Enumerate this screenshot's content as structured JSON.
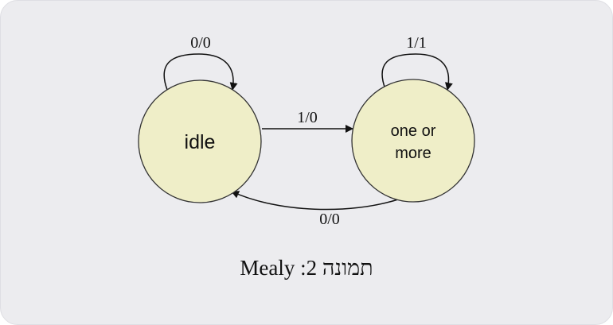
{
  "diagram": {
    "states": [
      {
        "id": "idle",
        "lines": [
          "idle"
        ]
      },
      {
        "id": "one_or_more",
        "lines": [
          "one or",
          "more"
        ]
      }
    ],
    "transitions": [
      {
        "from": "idle",
        "to": "idle",
        "label": "0/0"
      },
      {
        "from": "one_or_more",
        "to": "one_or_more",
        "label": "1/1"
      },
      {
        "from": "idle",
        "to": "one_or_more",
        "label": "1/0"
      },
      {
        "from": "one_or_more",
        "to": "idle",
        "label": "0/0"
      }
    ],
    "colors": {
      "state_fill": "#efeec8",
      "state_stroke": "#333333",
      "edge": "#111111",
      "background": "#ececef"
    }
  },
  "caption": {
    "latin": "Mealy",
    "number_sep": ":2",
    "hebrew": "תמונה"
  }
}
